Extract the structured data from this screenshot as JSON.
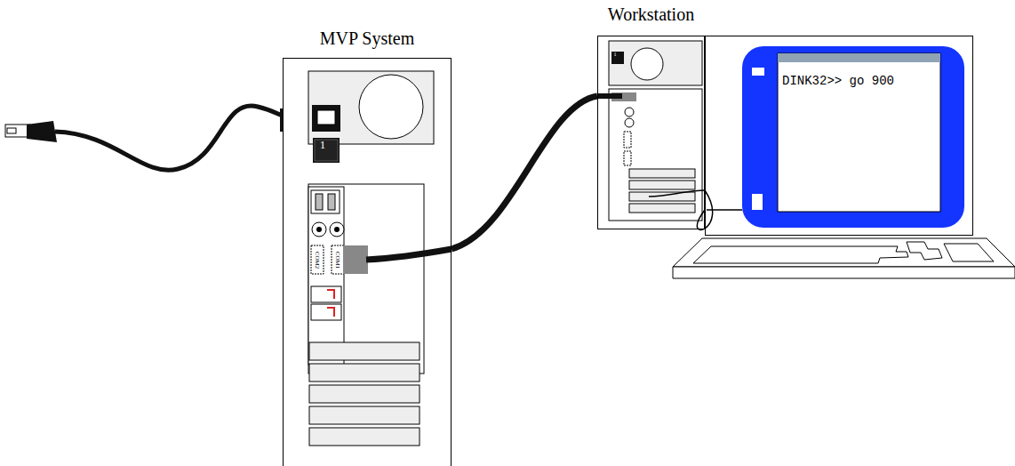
{
  "diagram": {
    "nodes": [
      {
        "text": [
          "MVP System"
        ]
      },
      {
        "text": [
          "Workstation"
        ]
      },
      {
        "text": [
          "DINK32>> go 900"
        ]
      }
    ],
    "edges": [
      {
        "from": 0,
        "to": 1,
        "arrow": "none"
      },
      {
        "from": 1,
        "to": 2,
        "arrow": "none"
      }
    ],
    "labels": [
      "1",
      "1",
      "COM2",
      "COM1"
    ]
  }
}
